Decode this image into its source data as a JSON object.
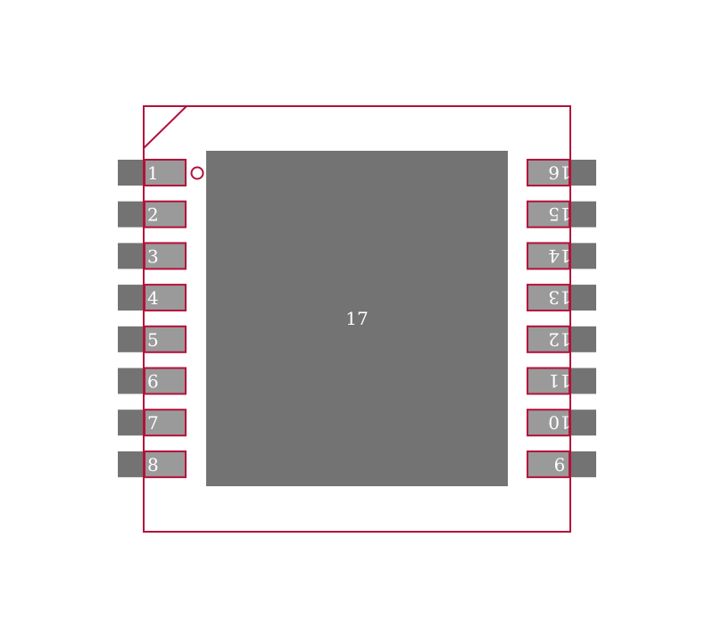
{
  "colors": {
    "pad": "#737373",
    "pin_fill": "#9a9a9a",
    "outline": "#b5103a",
    "background": "#ffffff",
    "text": "#ffffff"
  },
  "thermal_pad": {
    "label": "17"
  },
  "pins_left": [
    {
      "number": "1"
    },
    {
      "number": "2"
    },
    {
      "number": "3"
    },
    {
      "number": "4"
    },
    {
      "number": "5"
    },
    {
      "number": "6"
    },
    {
      "number": "7"
    },
    {
      "number": "8"
    }
  ],
  "pins_right": [
    {
      "number": "16"
    },
    {
      "number": "15"
    },
    {
      "number": "14"
    },
    {
      "number": "13"
    },
    {
      "number": "12"
    },
    {
      "number": "11"
    },
    {
      "number": "10"
    },
    {
      "number": "9"
    }
  ]
}
